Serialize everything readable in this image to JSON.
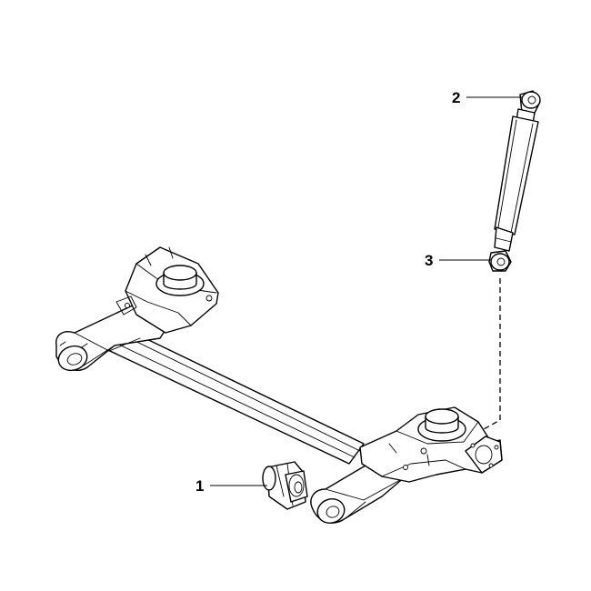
{
  "callouts": [
    {
      "label": "1",
      "part": "bushing"
    },
    {
      "label": "2",
      "part": "shock-absorber-upper-mount"
    },
    {
      "label": "3",
      "part": "shock-absorber-lower-mount"
    }
  ]
}
